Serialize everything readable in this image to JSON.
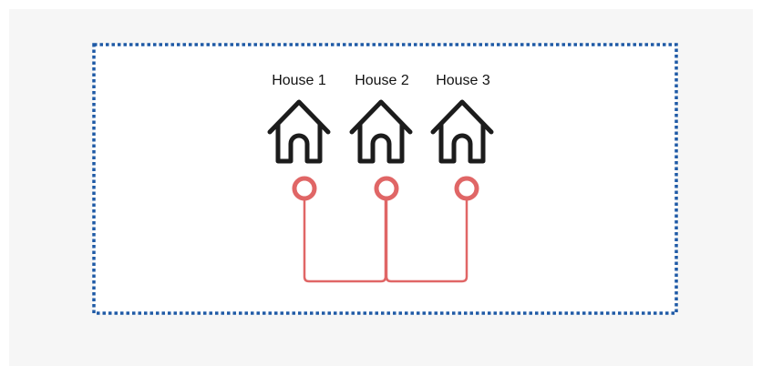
{
  "diagram": {
    "houses": [
      {
        "label": "House 1"
      },
      {
        "label": "House 2"
      },
      {
        "label": "House 3"
      }
    ],
    "icons": {
      "house": "house-icon",
      "node": "connection-node-icon"
    },
    "colors": {
      "background": "#f6f6f6",
      "panel": "#ffffff",
      "panel_border": "#1f5aa6",
      "house_stroke": "#1c1c1c",
      "wire": "#e06666"
    }
  }
}
